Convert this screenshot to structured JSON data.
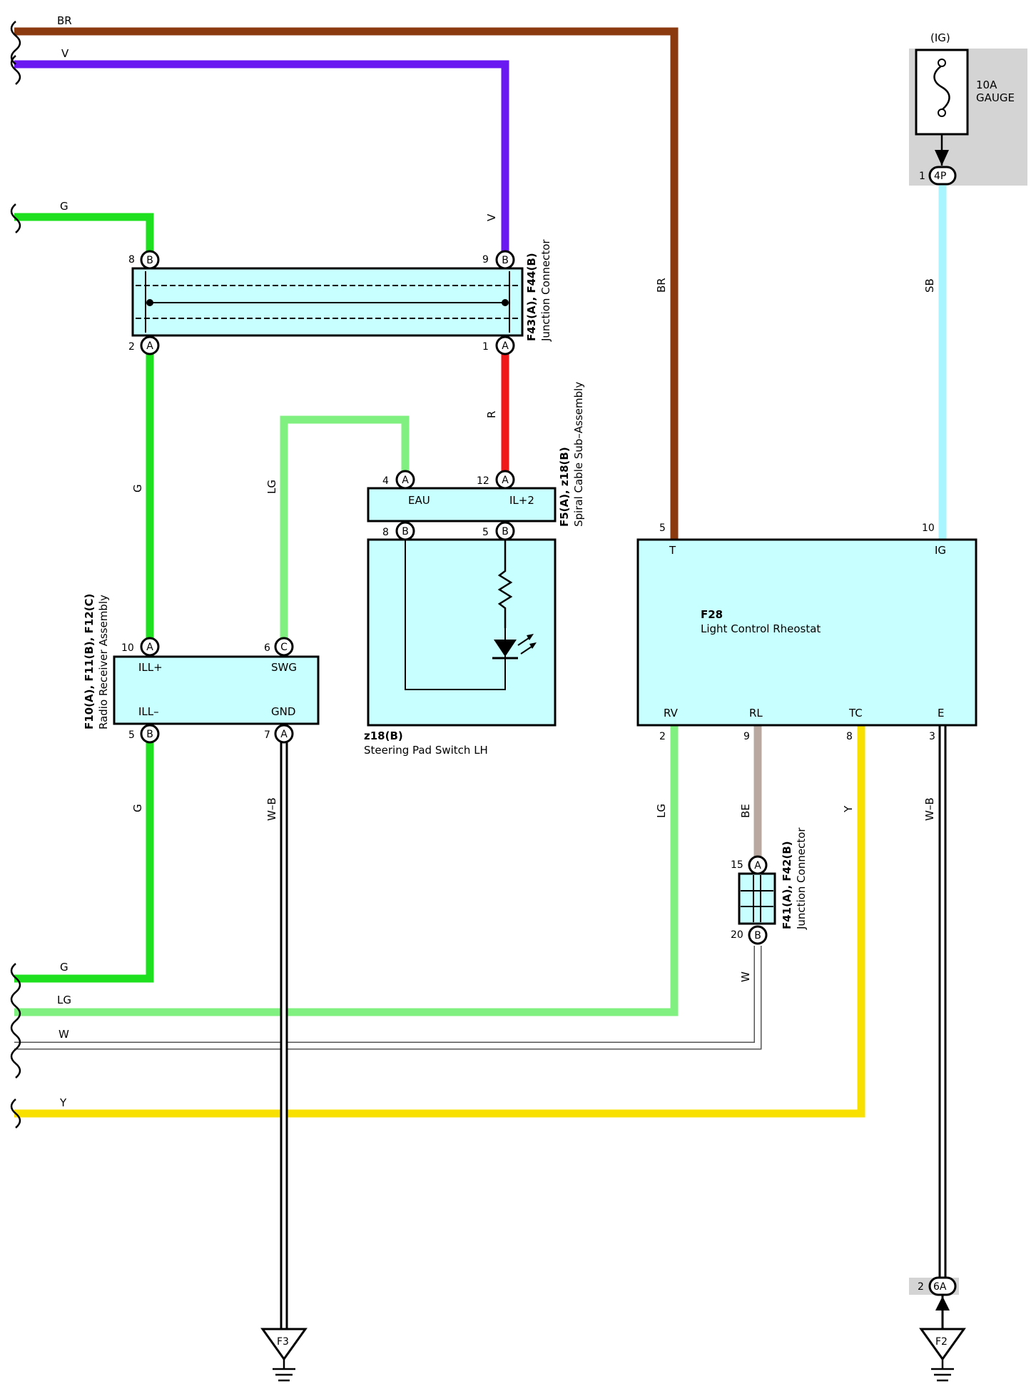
{
  "wires": {
    "br": {
      "label": "BR",
      "color": "#8B3A10"
    },
    "v": {
      "label": "V",
      "color": "#6A1AF0"
    },
    "g": {
      "label": "G",
      "color": "#1EE01E"
    },
    "lg": {
      "label": "LG",
      "color": "#80F080"
    },
    "r": {
      "label": "R",
      "color": "#F01818"
    },
    "sb": {
      "label": "SB",
      "color": "#A8F4FF"
    },
    "be": {
      "label": "BE",
      "color": "#B8A8A0"
    },
    "y": {
      "label": "Y",
      "color": "#F8E000"
    },
    "w": {
      "label": "W",
      "color": "#ffffff"
    },
    "wb": {
      "label": "W–B",
      "color": "#000000"
    }
  },
  "components": {
    "junction_top": {
      "ref": "F43(A), F44(B)",
      "name": "Junction Connector"
    },
    "spiral_cable": {
      "ref": "F5(A), z18(B)",
      "name": "Spiral Cable Sub–Assembly",
      "pin_eau": "EAU",
      "pin_il2": "IL+2"
    },
    "steering_switch": {
      "ref": "z18(B)",
      "name": "Steering Pad Switch LH"
    },
    "radio": {
      "ref": "F10(A), F11(B), F12(C)",
      "name": "Radio Receiver Assembly",
      "pin_ill_plus": "ILL+",
      "pin_swg": "SWG",
      "pin_ill_minus": "ILL–",
      "pin_gnd": "GND"
    },
    "rheostat": {
      "ref": "F28",
      "name": "Light Control Rheostat",
      "pin_t": "T",
      "pin_ig": "IG",
      "pin_rv": "RV",
      "pin_rl": "RL",
      "pin_tc": "TC",
      "pin_e": "E"
    },
    "junction_bottom": {
      "ref": "F41(A), F42(B)",
      "name": "Junction Connector"
    },
    "fuse": {
      "ig": "(IG)",
      "rating": "10A",
      "name": "GAUGE",
      "connector": "4P",
      "pin": "1"
    },
    "ground_f3": {
      "label": "F3"
    },
    "ground_f2": {
      "label": "F2",
      "connector": "6A",
      "pin": "2"
    }
  },
  "pins": {
    "jt_8": "8",
    "jt_9": "9",
    "jt_2": "2",
    "jt_1": "1",
    "sc_4": "4",
    "sc_12": "12",
    "sc_8": "8",
    "sc_5": "5",
    "ra_10": "10",
    "ra_6": "6",
    "ra_5": "5",
    "ra_7": "7",
    "rh_5": "5",
    "rh_10": "10",
    "rh_2": "2",
    "rh_9": "9",
    "rh_8": "8",
    "rh_3": "3",
    "jb_15": "15",
    "jb_20": "20"
  },
  "connector_letters": {
    "a": "A",
    "b": "B",
    "c": "C"
  }
}
